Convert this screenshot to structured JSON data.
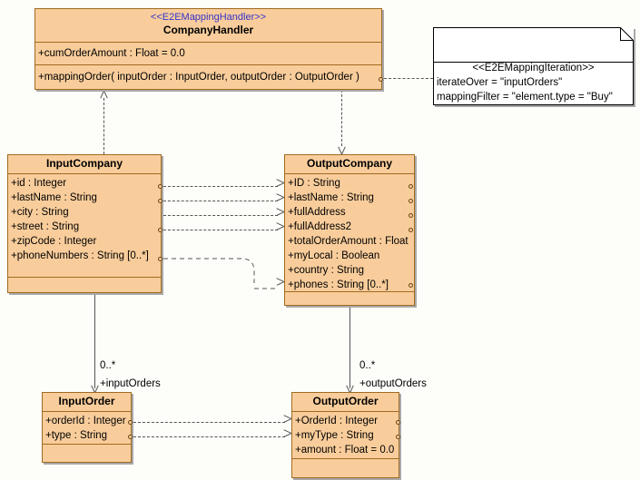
{
  "diagram": {
    "type": "uml-class-diagram",
    "background": "#fdfdfa",
    "class_fill": "#f9cd9b",
    "class_border": "#a06a20",
    "stereotype_color": "#3333cc"
  },
  "classes": {
    "company_handler": {
      "stereotype": "<<E2EMappingHandler>>",
      "name": "CompanyHandler",
      "attributes": [
        "+cumOrderAmount : Float = 0.0"
      ],
      "operations": [
        "+mappingOrder( inputOrder : InputOrder, outputOrder : OutputOrder )"
      ]
    },
    "input_company": {
      "name": "InputCompany",
      "attributes": [
        "+id : Integer",
        "+lastName : String",
        "+city : String",
        "+street : String",
        "+zipCode : Integer",
        "+phoneNumbers : String [0..*]"
      ]
    },
    "output_company": {
      "name": "OutputCompany",
      "attributes": [
        "+ID : String",
        "+lastName : String",
        "+fullAddress",
        "+fullAddress2",
        "+totalOrderAmount : Float",
        "+myLocal : Boolean",
        "+country : String",
        "+phones : String [0..*]"
      ]
    },
    "input_order": {
      "name": "InputOrder",
      "attributes": [
        "+orderId : Integer",
        "+type : String"
      ]
    },
    "output_order": {
      "name": "OutputOrder",
      "attributes": [
        "+OrderId : Integer",
        "+myType : String",
        "+amount : Float = 0.0"
      ]
    }
  },
  "note": {
    "stereotype": "<<E2EMappingIteration>>",
    "lines": [
      "iterateOver = \"inputOrders\"",
      "mappingFilter = \"element.type = \"Buy\""
    ]
  },
  "edges": {
    "input_orders": {
      "multiplicity": "0..*",
      "role": "+inputOrders"
    },
    "output_orders": {
      "multiplicity": "0..*",
      "role": "+outputOrders"
    }
  }
}
